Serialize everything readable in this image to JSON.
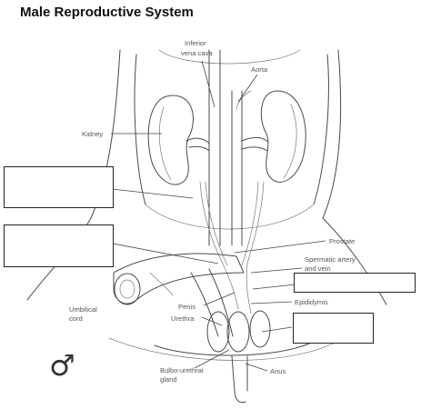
{
  "title": "Male Reproductive System",
  "labels": {
    "inferior_vena_cava_1": "Inferior",
    "inferior_vena_cava_2": "vena cava",
    "aorta": "Aorta",
    "kidney": "Kidney",
    "prostate": "Prostate",
    "spermatic_1": "Spermatic artery",
    "spermatic_2": "and vein",
    "epididymis": "Epididymis",
    "penis": "Penis",
    "umbilical_1": "Umbilical",
    "umbilical_2": "cord",
    "urethra": "Urethra",
    "bulbo_1": "Bulbo-urethral",
    "bulbo_2": "gland",
    "anus": "Anus"
  },
  "symbol": "♂"
}
